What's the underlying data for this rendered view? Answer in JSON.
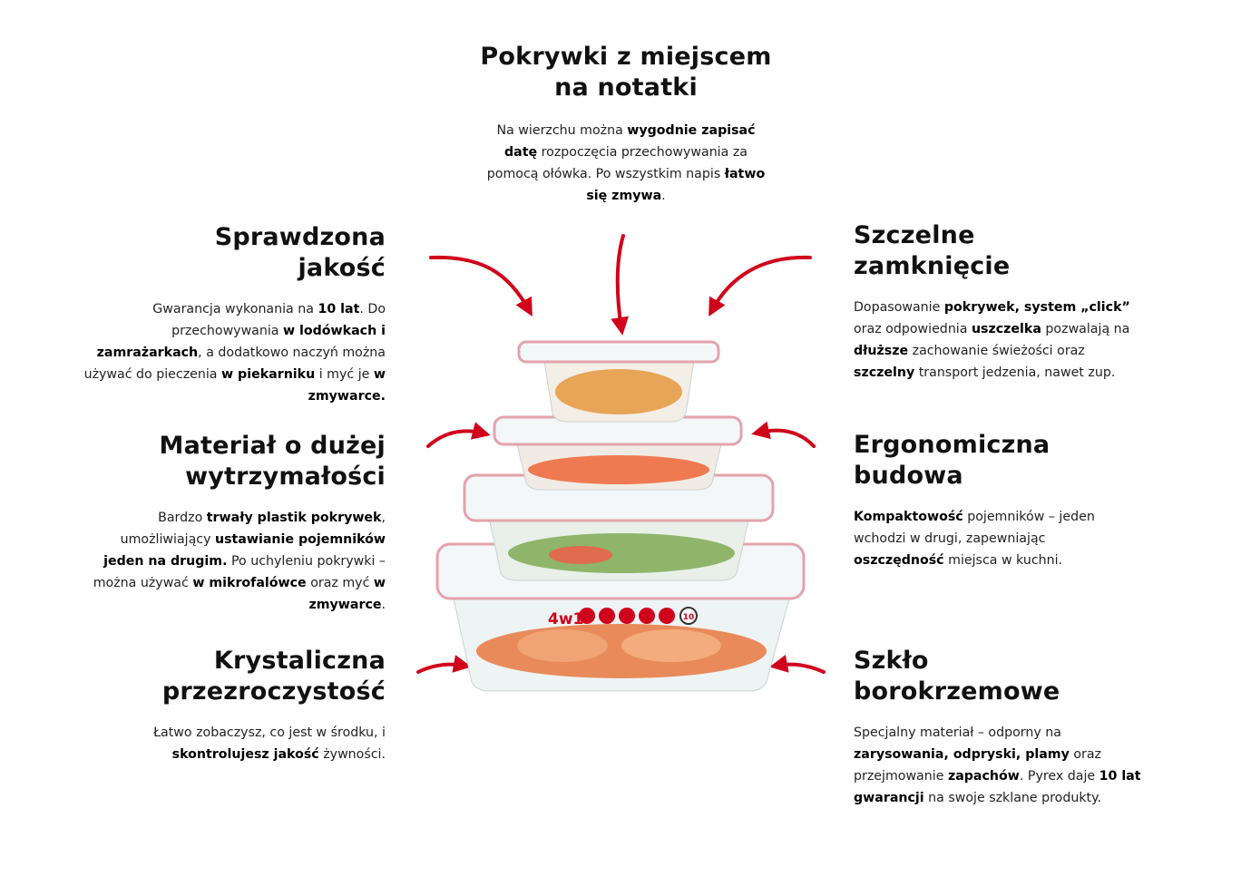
{
  "accent_color": "#d0021b",
  "sections": {
    "top": {
      "title": "Pokrywki z miejscem na notatki",
      "text": [
        {
          "t": "Na wierzchu można "
        },
        {
          "t": "wygodnie zapisać datę",
          "b": true
        },
        {
          "t": " rozpoczęcia przechowywania za pomocą ołówka. Po wszystkim napis "
        },
        {
          "t": "łatwo się zmywa",
          "b": true
        },
        {
          "t": "."
        }
      ]
    },
    "quality": {
      "title": "Sprawdzona jakość",
      "text": [
        {
          "t": "Gwarancja wykonania na "
        },
        {
          "t": "10 lat",
          "b": true
        },
        {
          "t": ". Do przechowywania "
        },
        {
          "t": "w lodówkach i zamrażarkach",
          "b": true
        },
        {
          "t": ", a dodatkowo naczyń można używać do pieczenia "
        },
        {
          "t": "w piekarniku",
          "b": true
        },
        {
          "t": " i myć je "
        },
        {
          "t": "w zmywarce.",
          "b": true
        }
      ]
    },
    "durability": {
      "title": "Materiał o dużej wytrzymałości",
      "text": [
        {
          "t": "Bardzo "
        },
        {
          "t": "trwały plastik pokrywek",
          "b": true
        },
        {
          "t": ", umożliwiający "
        },
        {
          "t": "ustawianie pojemników jeden na drugim.",
          "b": true
        },
        {
          "t": " Po uchyleniu pokrywki – można używać "
        },
        {
          "t": "w mikrofalówce",
          "b": true
        },
        {
          "t": " oraz myć "
        },
        {
          "t": "w zmywarce",
          "b": true
        },
        {
          "t": "."
        }
      ]
    },
    "clarity": {
      "title": "Krystaliczna przezroczystość",
      "text": [
        {
          "t": "Łatwo zobaczysz, co jest w środku, i "
        },
        {
          "t": "skontrolujesz jakość",
          "b": true
        },
        {
          "t": " żywności."
        }
      ]
    },
    "sealing": {
      "title": "Szczelne zamknięcie",
      "text": [
        {
          "t": "Dopasowanie "
        },
        {
          "t": "pokrywek, system „click”",
          "b": true
        },
        {
          "t": " oraz odpowiednia "
        },
        {
          "t": "uszczelka",
          "b": true
        },
        {
          "t": " pozwalają na "
        },
        {
          "t": "dłuższe",
          "b": true
        },
        {
          "t": " zachowanie świeżości oraz "
        },
        {
          "t": "szczelny",
          "b": true
        },
        {
          "t": " transport jedzenia, nawet zup."
        }
      ]
    },
    "ergonomic": {
      "title": "Ergonomiczna budowa",
      "text": [
        {
          "t": "Kompaktowość",
          "b": true
        },
        {
          "t": " pojemników – jeden wchodzi w drugi, zapewniając "
        },
        {
          "t": "oszczędność",
          "b": true
        },
        {
          "t": " miejsca w kuchni."
        }
      ]
    },
    "glass": {
      "title": "Szkło borokrzemowe",
      "text": [
        {
          "t": "Specjalny materiał – odporny na "
        },
        {
          "t": "zarysowania, odpryski, plamy",
          "b": true
        },
        {
          "t": " oraz przejmowanie "
        },
        {
          "t": "zapachów",
          "b": true
        },
        {
          "t": ". Pyrex daje "
        },
        {
          "t": "10 lat gwarancji",
          "b": true
        },
        {
          "t": " na swoje szklane produkty."
        }
      ]
    }
  },
  "product": {
    "badge_label": "4w1",
    "warranty_badge": "10"
  }
}
